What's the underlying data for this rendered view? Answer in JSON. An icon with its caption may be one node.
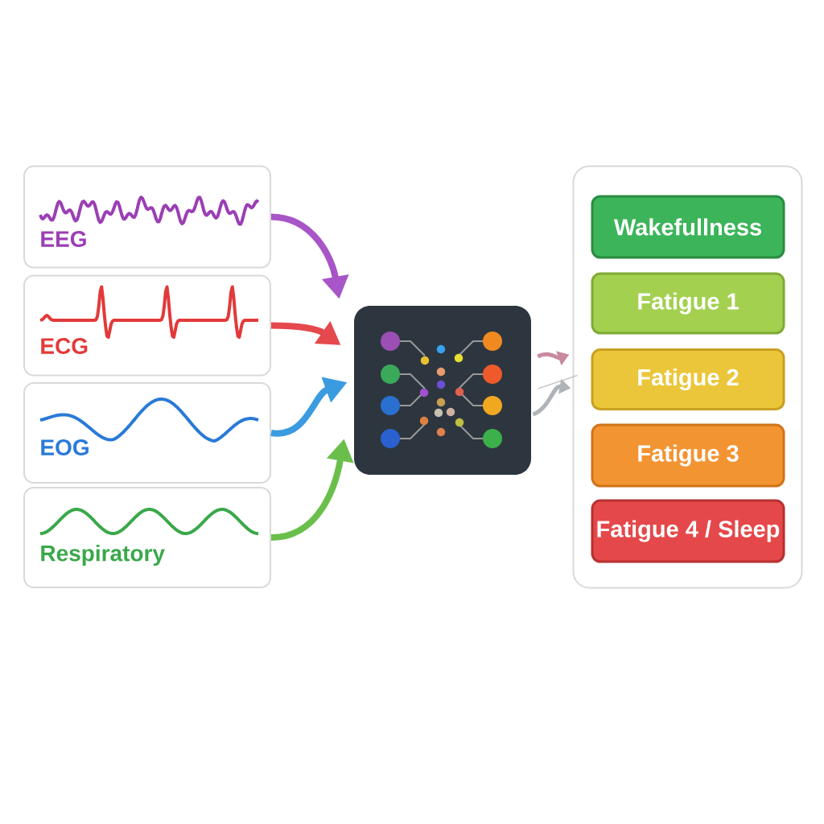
{
  "diagram": {
    "nodes": [
      {
        "text": [
          "EEG"
        ]
      },
      {
        "text": [
          "ECG"
        ]
      },
      {
        "text": [
          "EOG"
        ]
      },
      {
        "text": [
          "Respiratory"
        ]
      },
      {
        "text": [],
        "shape": "picture"
      },
      {
        "text": [],
        "shape": "box"
      },
      {
        "text": [
          "Wakefullness"
        ],
        "in": 5
      },
      {
        "text": [
          "Fatigue 1"
        ],
        "in": 5
      },
      {
        "text": [
          "Fatigue 2"
        ],
        "in": 5
      },
      {
        "text": [
          "Fatigue 3"
        ],
        "in": 5
      },
      {
        "text": [
          "Fatigue 4 / Sleep"
        ],
        "in": 5
      }
    ],
    "edges": [
      {
        "from": 0,
        "to": 4,
        "arrow": "to",
        "color": "#a855c8"
      },
      {
        "from": 1,
        "to": 4,
        "arrow": "to",
        "color": "#e5484d"
      },
      {
        "from": 2,
        "to": 4,
        "arrow": "to",
        "color": "#3b9be0"
      },
      {
        "from": 3,
        "to": 4,
        "arrow": "to",
        "color": "#6abf4b"
      },
      {
        "from": 4,
        "to": 5,
        "arrow": "to",
        "color": "#c98aa0"
      },
      {
        "from": 4,
        "to": 5,
        "arrow": "none",
        "color": "#c8c8c8"
      },
      {
        "from": 4,
        "to": 5,
        "arrow": "to",
        "color": "#b0b4b8"
      }
    ]
  }
}
